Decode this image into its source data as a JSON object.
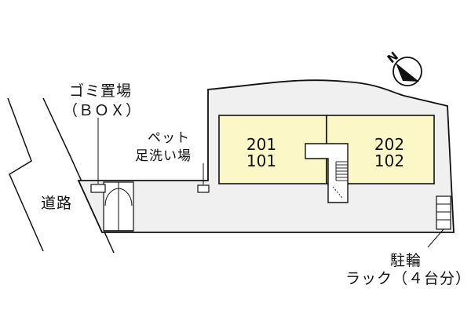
{
  "labels": {
    "garbage": "ゴミ置場",
    "garbage_sub": "（ＢＯＸ）",
    "pet_line1": "ペット",
    "pet_line2": "足洗い場",
    "road": "道路",
    "bike_line1": "駐輪",
    "bike_line2": "ラック（４台分）"
  },
  "units": {
    "left_upper": "201",
    "left_lower": "101",
    "right_upper": "202",
    "right_lower": "102"
  },
  "compass": {
    "letter": "N"
  },
  "colors": {
    "lot_fill": "#f0f0f0",
    "building_fill": "#fbf7c6",
    "line": "#111111"
  }
}
